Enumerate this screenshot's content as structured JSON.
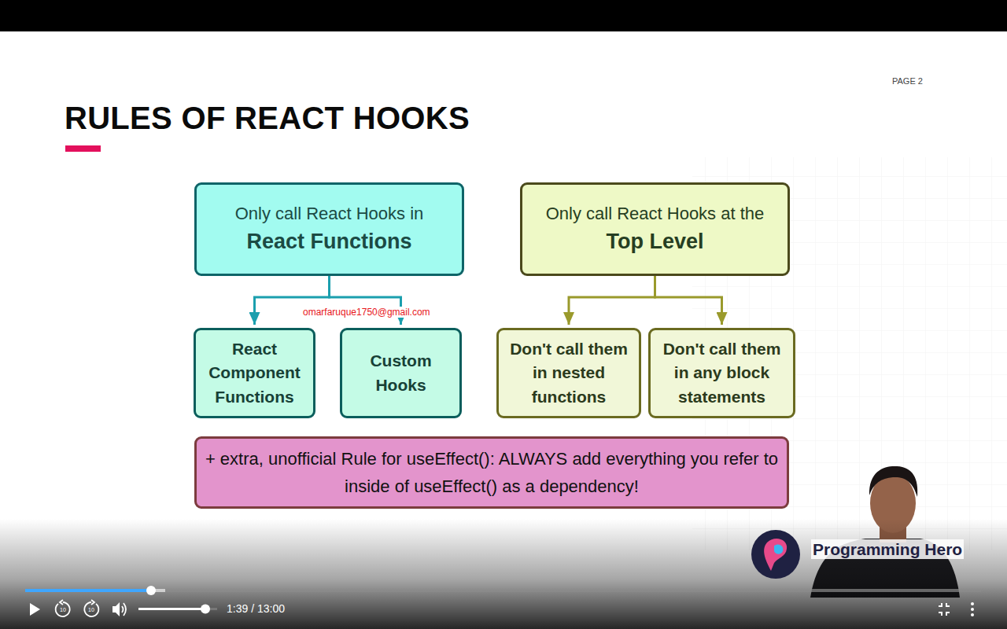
{
  "diagram": {
    "title": "RULES OF REACT HOOKS",
    "nodes": [
      {
        "text": [
          "Only call React Hooks in",
          "React Functions"
        ]
      },
      {
        "text": [
          "Only call React Hooks at the",
          "Top Level"
        ]
      },
      {
        "text": [
          "React Component Functions"
        ]
      },
      {
        "text": [
          "Custom Hooks"
        ]
      },
      {
        "text": [
          "Don't call them in nested functions"
        ]
      },
      {
        "text": [
          "Don't call them in any block statements"
        ]
      },
      {
        "text": [
          "+ extra, unofficial Rule for useEffect(): ALWAYS add everything you refer to inside of useEffect() as a dependency!"
        ]
      }
    ],
    "edges": [
      {
        "from": 0,
        "to": 2,
        "arrow": "to"
      },
      {
        "from": 0,
        "to": 3,
        "arrow": "to"
      },
      {
        "from": 1,
        "to": 4,
        "arrow": "to"
      },
      {
        "from": 1,
        "to": 5,
        "arrow": "to"
      }
    ],
    "labels": [
      "PAGE 2",
      "omarfaruque1750@gmail.com",
      "Programming Hero",
      "10",
      "10",
      "1:39 / 13:00"
    ]
  }
}
